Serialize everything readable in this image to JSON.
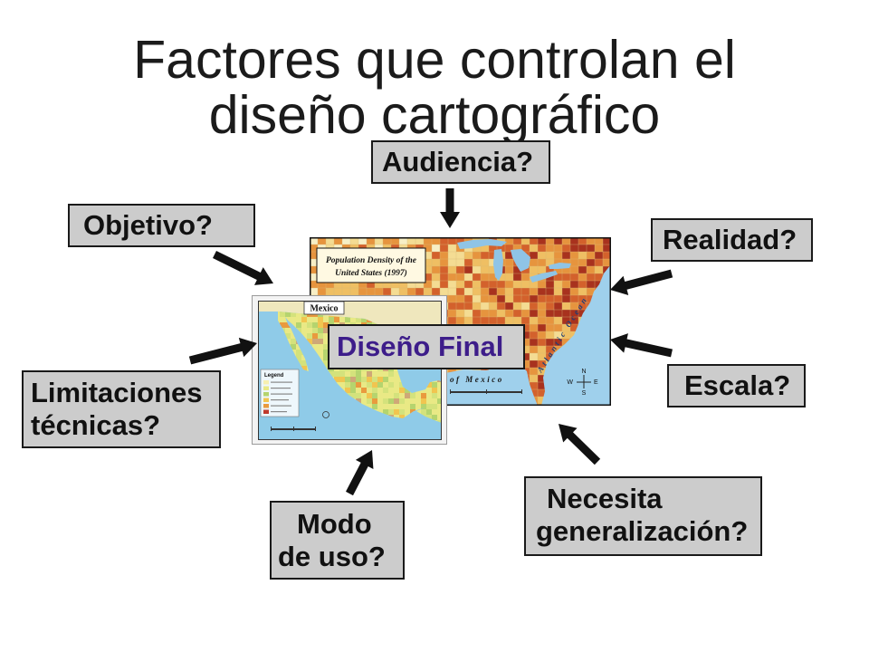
{
  "slide": {
    "title_line1": "Factores que controlan el",
    "title_line2": "diseño cartográfico"
  },
  "factors": {
    "audiencia": "Audiencia?",
    "objetivo": "Objetivo?",
    "realidad": "Realidad?",
    "escala": "Escala?",
    "limitaciones": [
      "Limitaciones",
      "técnicas?"
    ],
    "modo_de_uso": [
      "Modo",
      "de uso?"
    ],
    "generalizacion": [
      "Necesita",
      "generalización?"
    ]
  },
  "center": {
    "label": "Diseño Final"
  },
  "us_map": {
    "title_line1": "Population Density of the",
    "title_line2": "United States (1997)",
    "ocean_label": "Atlantic Ocean",
    "gulf_label": "of Mexico",
    "compass": {
      "n": "N",
      "s": "S",
      "e": "E",
      "w": "W"
    }
  },
  "mexico_map": {
    "title": "Mexico",
    "legend_title": "Legend"
  },
  "icons": {
    "arrows": "arrow-icon",
    "compass": "compass-rose-icon"
  },
  "colors": {
    "factor_box_fill": "#cccccc",
    "box_border": "#1a1a1a",
    "final_design_text": "#3d1d8a",
    "arrow": "#111111",
    "water": "#9fd0ec",
    "us_density_palette": [
      "#f7efc6",
      "#f4dc93",
      "#efbf63",
      "#e6943e",
      "#d3612c",
      "#a8321e"
    ],
    "mexico_palette": [
      "#e9e985",
      "#d4e27c",
      "#b5d46e",
      "#f1c550",
      "#e99a3e",
      "#cfa877"
    ]
  }
}
